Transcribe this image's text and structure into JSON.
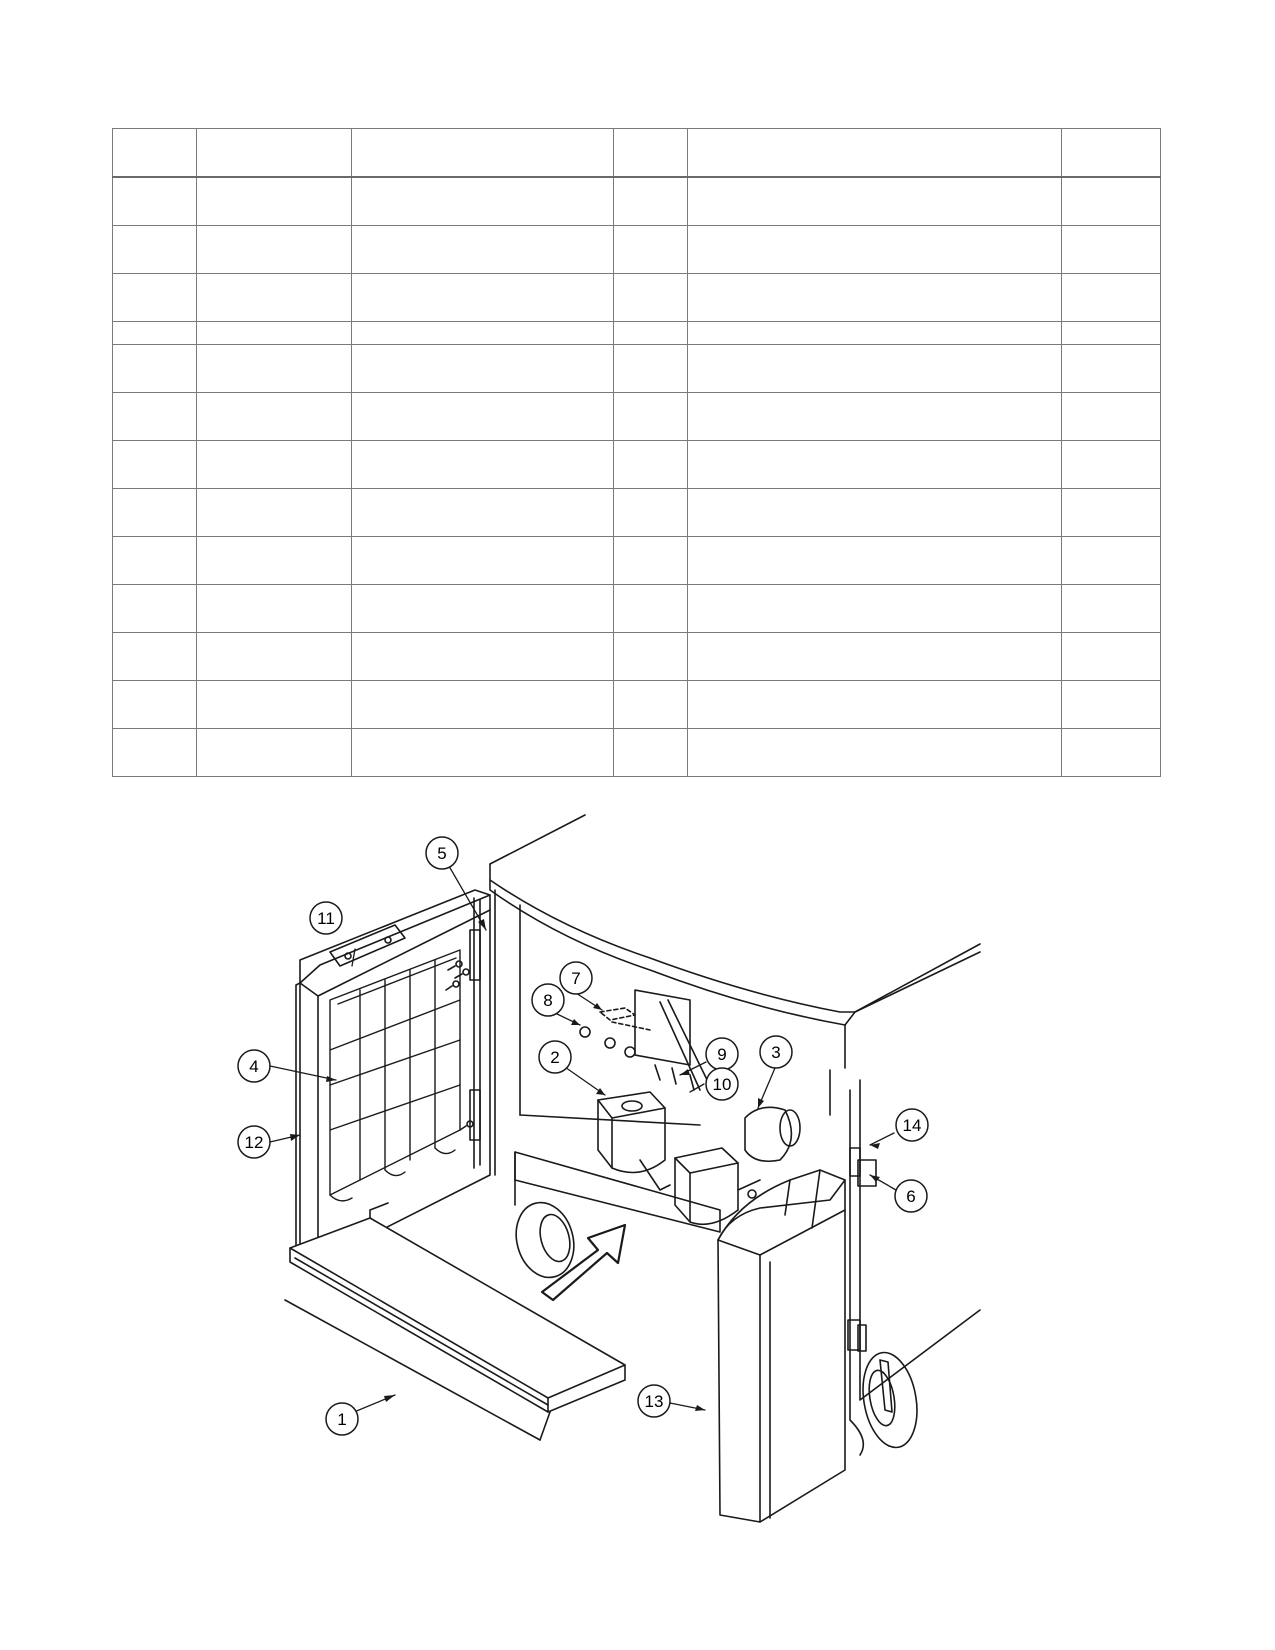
{
  "table": {
    "rows": [
      [
        "",
        "",
        "",
        "",
        "",
        ""
      ],
      [
        "",
        "",
        "",
        "",
        "",
        ""
      ],
      [
        "",
        "",
        "",
        "",
        "",
        ""
      ],
      [
        "",
        "",
        "",
        "",
        "",
        ""
      ],
      [
        "",
        "",
        "",
        "",
        "",
        ""
      ],
      [
        "",
        "",
        "",
        "",
        "",
        ""
      ],
      [
        "",
        "",
        "",
        "",
        "",
        ""
      ],
      [
        "",
        "",
        "",
        "",
        "",
        ""
      ],
      [
        "",
        "",
        "",
        "",
        "",
        ""
      ],
      [
        "",
        "",
        "",
        "",
        "",
        ""
      ],
      [
        "",
        "",
        "",
        "",
        "",
        ""
      ],
      [
        "",
        "",
        "",
        "",
        "",
        ""
      ],
      [
        "",
        "",
        "",
        "",
        "",
        ""
      ],
      [
        "",
        "",
        "",
        "",
        "",
        ""
      ]
    ]
  },
  "callouts": {
    "c1": "1",
    "c2": "2",
    "c3": "3",
    "c4": "4",
    "c5": "5",
    "c6": "6",
    "c7": "7",
    "c8": "8",
    "c9": "9",
    "c10": "10",
    "c11": "11",
    "c12": "12",
    "c13": "13",
    "c14": "14"
  }
}
